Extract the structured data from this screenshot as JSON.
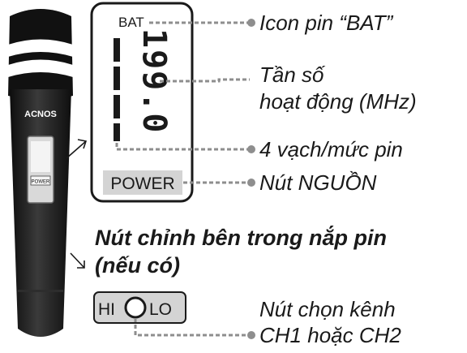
{
  "mic": {
    "brand": "ACNOS",
    "power_label": "POWER"
  },
  "lcd": {
    "bat_label": "BAT",
    "digits": "199.0",
    "power_button": "POWER"
  },
  "switch": {
    "hi": "HI",
    "lo": "LO"
  },
  "labels": {
    "bat_icon": "Icon pin “BAT”",
    "freq_line1": "Tần số",
    "freq_line2": "hoạt động (MHz)",
    "battery_bars": "4 vạch/mức pin",
    "power_button": "Nút NGUỒN",
    "inner_controls_line1": "Nút chỉnh bên trong nắp pin",
    "inner_controls_line2": "(nếu có)",
    "channel_line1": "Nút chọn kênh",
    "channel_line2": "CH1 hoặc CH2"
  },
  "colors": {
    "body": "#1a1a1a",
    "leader": "#8e8e8e",
    "button_fill": "#d4d4d4",
    "lcd_border": "#1a1a1a"
  }
}
